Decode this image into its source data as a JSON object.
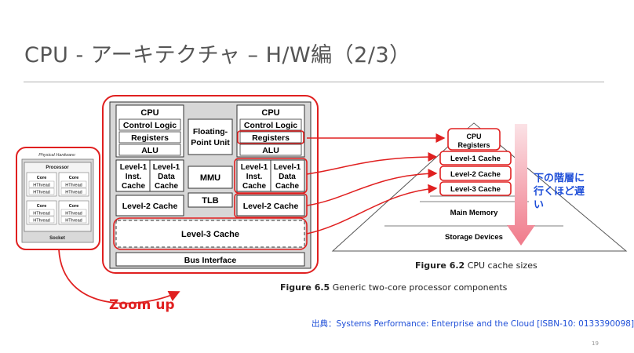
{
  "slide": {
    "title": "CPU - アーキテクチャ – H/W編（2/3）",
    "zoom_label": "Zoom up",
    "slow_label": "下の階層に行くほど遅い",
    "source": "出典：Systems Performance: Enterprise and the Cloud [ISBN-10: 0133390098]",
    "page_number": "19"
  },
  "hardware": {
    "title": "Physical Hardware:",
    "processor": "Processor",
    "core": "Core",
    "hthread": "HThread",
    "socket": "Socket"
  },
  "processor": {
    "cpu_label": "CPU",
    "control_logic": "Control Logic",
    "registers": "Registers",
    "alu": "ALU",
    "fpu_line1": "Floating-",
    "fpu_line2": "Point Unit",
    "mmu": "MMU",
    "tlb": "TLB",
    "l1i_line1": "Level-1",
    "l1i_line2": "Inst.",
    "l1i_line3": "Cache",
    "l1d_line1": "Level-1",
    "l1d_line2": "Data",
    "l1d_line3": "Cache",
    "l2": "Level-2 Cache",
    "l3": "Level-3 Cache",
    "bus": "Bus Interface",
    "caption_bold": "Figure 6.5",
    "caption_text": " Generic two-core processor components"
  },
  "pyramid": {
    "cpu_registers_line1": "CPU",
    "cpu_registers_line2": "Registers",
    "l1": "Level-1 Cache",
    "l2": "Level-2 Cache",
    "l3": "Level-3 Cache",
    "main_memory": "Main Memory",
    "storage": "Storage Devices",
    "caption_bold": "Figure 6.2",
    "caption_text": " CPU cache sizes"
  },
  "colors": {
    "accent_red": "#e02020",
    "label_blue": "#1f4fd8",
    "arrow_pink": "#f07a8a"
  }
}
